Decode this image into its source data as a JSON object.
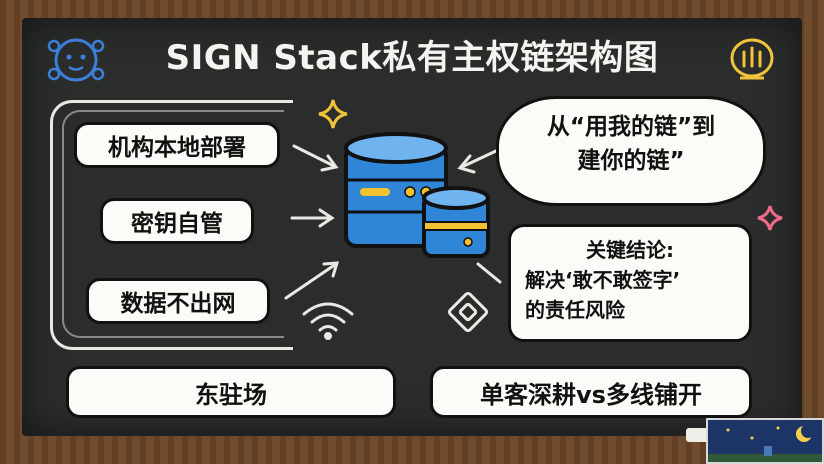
{
  "title": "SIGN Stack私有主权链架构图",
  "left_items": [
    "机构本地部署",
    "密钥自管",
    "数据不出网"
  ],
  "cloud_text_1": "从“用我的链”到",
  "cloud_text_2": "建你的链”",
  "note": {
    "heading": "关键结论:",
    "line1": "解决‘敢不敢签字’",
    "line2": "的责任风险"
  },
  "bottom_left": "东驻场",
  "bottom_right": "单客深耕vs多线铺开",
  "colors": {
    "board": "#2b2d2c",
    "frame": "#6b4426",
    "db_blue": "#2f86d6",
    "db_yellow": "#f2c230",
    "sparkle_yellow": "#f0c43a",
    "sparkle_pink": "#f06b8a",
    "icon_blue": "#3d7fd8"
  },
  "icons": [
    "bot-icon",
    "hand-icon",
    "database-icon",
    "wifi-icon",
    "tag-icon",
    "sparkle-icon"
  ]
}
